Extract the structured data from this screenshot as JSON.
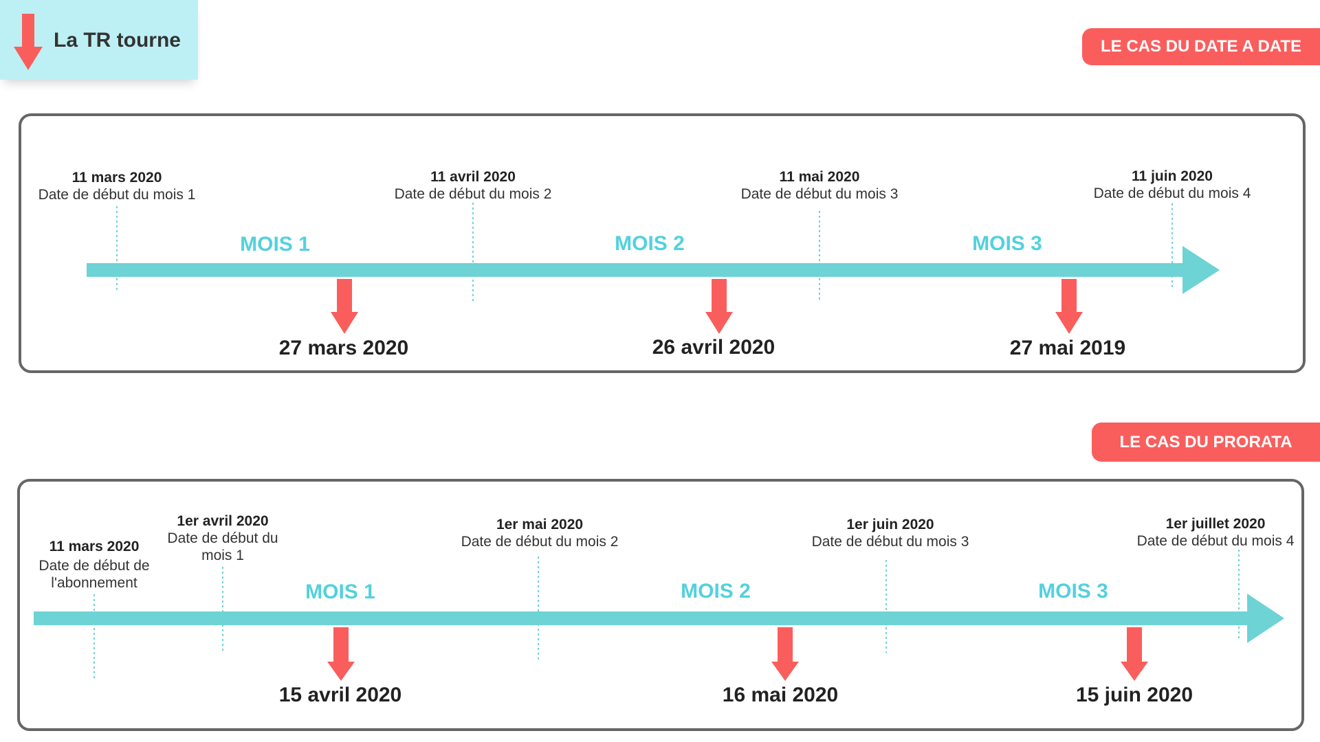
{
  "legend": {
    "label": "La TR tourne",
    "icon": "down-arrow-icon",
    "background": "#bdf0f4",
    "arrow_color": "#f95e5d"
  },
  "colors": {
    "timeline": "#6dd3d5",
    "month_label": "#52d1de",
    "marker": "#f95e5d",
    "badge": "#f95e5d",
    "frame": "#666666"
  },
  "timeline_date_a_date": {
    "badge": "LE CAS DU DATE A DATE",
    "starts": [
      {
        "date": "11 mars 2020",
        "label": "Date de début du mois 1"
      },
      {
        "date": "11 avril 2020",
        "label": "Date de début du mois 2"
      },
      {
        "date": "11 mai 2020",
        "label": "Date de début du mois 3"
      },
      {
        "date": "11 juin 2020",
        "label": "Date de début du mois 4"
      }
    ],
    "months": [
      "MOIS 1",
      "MOIS 2",
      "MOIS 3"
    ],
    "payments": [
      "27 mars 2020",
      "26 avril 2020",
      "27 mai 2019"
    ]
  },
  "timeline_prorata": {
    "badge": "LE CAS DU PRORATA",
    "subscription": {
      "date": "11 mars 2020",
      "label_line1": "Date de début de",
      "label_line2": "l'abonnement"
    },
    "starts": [
      {
        "date": "1er avril 2020",
        "label_line1": "Date de début du",
        "label_line2": "mois 1"
      },
      {
        "date": "1er mai 2020",
        "label": "Date de début du mois 2"
      },
      {
        "date": "1er juin 2020",
        "label": "Date de début du mois 3"
      },
      {
        "date": "1er juillet 2020",
        "label": "Date de début du mois 4"
      }
    ],
    "months": [
      "MOIS 1",
      "MOIS 2",
      "MOIS 3"
    ],
    "payments": [
      "15 avril 2020",
      "16 mai 2020",
      "15 juin 2020"
    ]
  }
}
